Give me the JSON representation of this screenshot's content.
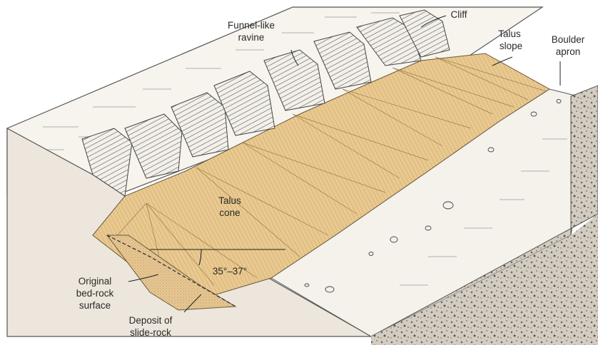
{
  "diagram": {
    "labels": {
      "cliff": "Cliff",
      "funnel_line1": "Funnel-like",
      "funnel_line2": "ravine",
      "talus_slope_line1": "Talus",
      "talus_slope_line2": "slope",
      "boulder_line1": "Boulder",
      "boulder_line2": "apron",
      "talus_cone_line1": "Talus",
      "talus_cone_line2": "cone",
      "angle": "35°–37°",
      "original_line1": "Original",
      "original_line2": "bed-rock",
      "original_line3": "surface",
      "deposit_line1": "Deposit of",
      "deposit_line2": "slide-rock"
    },
    "colors": {
      "talus": "#e9c98f",
      "talus_shadow": "#d9b278",
      "bedrock_face": "#ece6dc",
      "plateau": "#f7f4ee",
      "gravel_side": "#cfc7bb",
      "ink": "#3a3a3a"
    }
  }
}
